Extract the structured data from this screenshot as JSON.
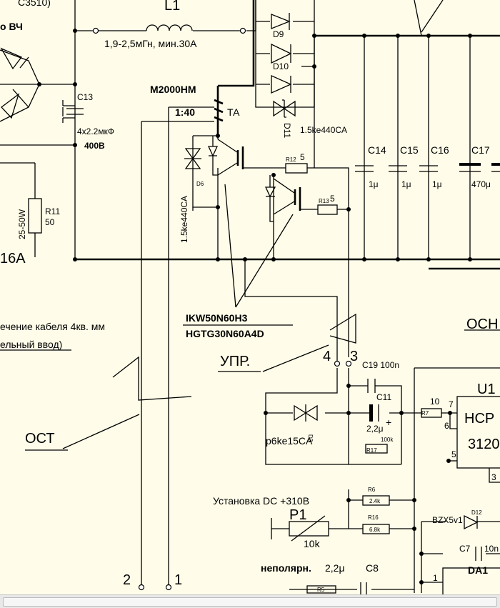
{
  "labels": {
    "top_left_partial": "о ВЧ",
    "top_left_ref": "C3510)",
    "inductor_name": "L1",
    "inductor_spec": "1,9-2,5мГн, мин.30А",
    "c13_name": "C13",
    "c13_value": "4х2.2мкФ",
    "c13_voltage": "400В",
    "core_material": "М2000НМ",
    "ratio": "1:40",
    "ta": "ТА",
    "d9": "D9",
    "d10": "D10",
    "d11": "D11",
    "d11_value": "1.5ke440CA",
    "d6": "D6",
    "d6_value": "1.5ke440CA",
    "r12": "R12",
    "r12_value": "5",
    "r13": "R13",
    "r13_value": "5",
    "c14": "C14",
    "c15": "C15",
    "c16": "C16",
    "c17": "C17",
    "c14_value": "1μ",
    "c15_value": "1μ",
    "c16_value": "1μ",
    "c17_value": "470μ",
    "r11_power": "25-50W",
    "r11_name": "R11",
    "r11_value": "50",
    "fuse": "16А",
    "cable_line1": "ечение кабеля 4кв. мм",
    "cable_line2": "ельный ввод)",
    "transistors_1": "IKW50N60H3",
    "transistors_2": "HGTG30N60A4D",
    "ctrl": "УПР.",
    "ost": "ОСТ",
    "osn": "ОСН",
    "pin4": "4",
    "pin3": "3",
    "pin2": "2",
    "pin1": "1",
    "c19": "C19 100n",
    "c11": "C11",
    "c11_value": "2,2μ",
    "plus": "+",
    "d3": "D3",
    "d3_value": "p6ke15CA",
    "r17": "R17",
    "r17_value": "100k",
    "r7": "R7",
    "r7_value": "10",
    "u1": "U1",
    "u1_part": "HCP",
    "u1_part2": "3120",
    "u1_pin7": "7",
    "u1_pin6": "6",
    "u1_pin5": "5",
    "u1_pin3": "3",
    "setup": "Установка DC +310В",
    "p1": "P1",
    "p1_value": "10k",
    "r6": "R6",
    "r6_value": "2.4k",
    "r16": "R16",
    "r16_value": "6.8k",
    "d12": "D12",
    "bzx": "BZX5v1",
    "c7": "C7",
    "c7_value": "10n",
    "nonpolar": "неполярн.",
    "nonpolar_value": "2,2μ",
    "c8": "C8",
    "da1": "DA1",
    "da1_pin1": "1",
    "r5": "R5"
  }
}
